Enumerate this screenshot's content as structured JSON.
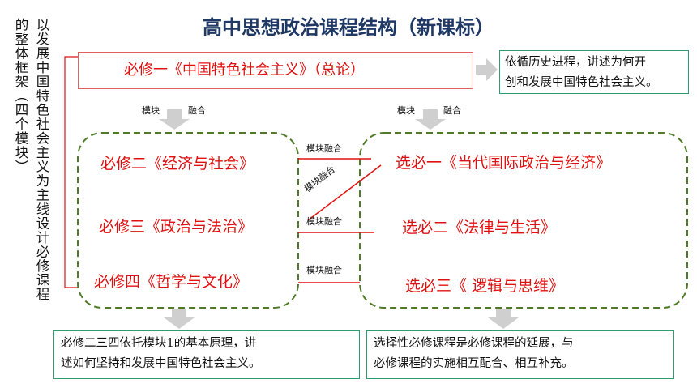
{
  "title": "高中思想政治课程结构（新课标）",
  "left_vertical": {
    "col1": "以发展中国特色社会主义为主线设计必修课程",
    "col2": "的整体框架（四个模块）"
  },
  "top_box": "必修一《中国特色社会主义》（总论）",
  "top_note": {
    "line1": "依循历史进程，讲述为何开",
    "line2": "创和发展中国特色社会主义。"
  },
  "arrow_labels": {
    "left_a": "模块",
    "left_b": "融合",
    "right_a": "模块",
    "right_b": "融合"
  },
  "required": [
    "必修二《经济与社会》",
    "必修三《政治与法治》",
    "必修四《哲学与文化》"
  ],
  "elective": [
    "选必一《当代国际政治与经济》",
    "选必二《法律与生活》",
    "选必三《 逻辑与思维》"
  ],
  "link_labels": [
    "模块融合",
    "模块融合",
    "模块融合",
    "模块融合"
  ],
  "bottom_left": {
    "line1": "必修二三四依托模块1的基本原理，讲",
    "line2": "述如何坚持和发展中国特色社会主义。"
  },
  "bottom_right": {
    "line1": "选择性必修课程是必修课程的延展，与",
    "line2": "必修课程的实施相互配合、相互补充。"
  },
  "colors": {
    "title": "#1f3864",
    "red": "#e01010",
    "green_dash": "#4f7a28",
    "note_border": "#2e9e6e",
    "arrow": "#c8c8c8"
  }
}
